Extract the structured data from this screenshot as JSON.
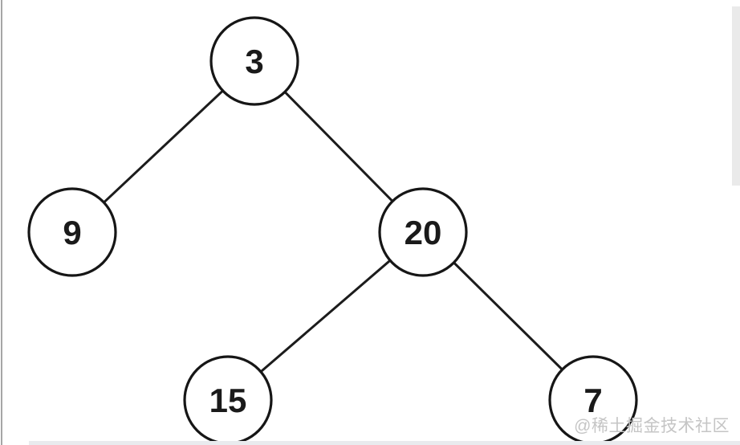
{
  "diagram": {
    "type": "binary-tree",
    "nodes": [
      {
        "key": "root",
        "value": "3"
      },
      {
        "key": "left",
        "value": "9"
      },
      {
        "key": "right",
        "value": "20"
      },
      {
        "key": "right-left",
        "value": "15"
      },
      {
        "key": "right-right",
        "value": "7"
      }
    ],
    "edges": [
      {
        "from": "3",
        "to": "9"
      },
      {
        "from": "3",
        "to": "20"
      },
      {
        "from": "20",
        "to": "15"
      },
      {
        "from": "20",
        "to": "7"
      }
    ]
  },
  "watermark": {
    "text": "@稀土掘金技术社区",
    "color": "#c5c5c5"
  },
  "colors": {
    "background": "#ffffff",
    "node_stroke": "#161616",
    "node_fill": "#ffffff",
    "edge_stroke": "#1c1c1c",
    "label_text": "#1a1a1a",
    "right_strip": "#eaeaea",
    "bottom_strip": "#e9ebee",
    "left_border": "#a6a6a6"
  }
}
